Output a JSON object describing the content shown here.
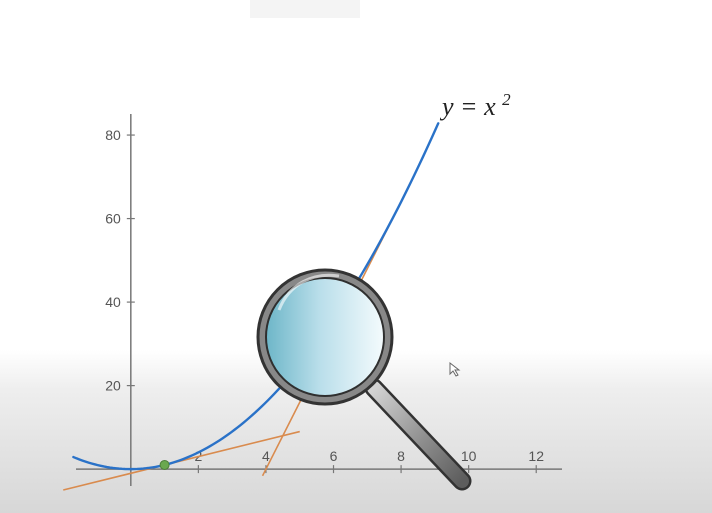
{
  "chart_data": {
    "type": "line",
    "title": "",
    "equation": {
      "base": "y = x",
      "exponent": "2"
    },
    "xlabel": "",
    "ylabel": "",
    "xlim": [
      -1.8,
      13
    ],
    "ylim": [
      -5,
      86
    ],
    "x_ticks": [
      2,
      4,
      6,
      8,
      10,
      12
    ],
    "y_ticks": [
      20,
      40,
      60,
      80
    ],
    "grid": false,
    "legend": "none",
    "colors": {
      "curve": "#2a72c8",
      "tangent": "#d98b4e",
      "point": "#6aa84f",
      "axis": "#777777"
    },
    "curve": {
      "function": "x^2",
      "x_range": [
        -1.7,
        9.1
      ]
    },
    "tangent_lines": [
      {
        "point": [
          1,
          1
        ],
        "slope": 2,
        "x_range": [
          -2,
          5
        ]
      },
      {
        "point": [
          8,
          64
        ],
        "slope": 16,
        "x_range": [
          3.9,
          7.8
        ]
      }
    ],
    "highlight_point": [
      1,
      1
    ]
  },
  "decorations": {
    "magnifier_icon": "magnifying-glass",
    "cursor_icon": "mouse-pointer"
  }
}
